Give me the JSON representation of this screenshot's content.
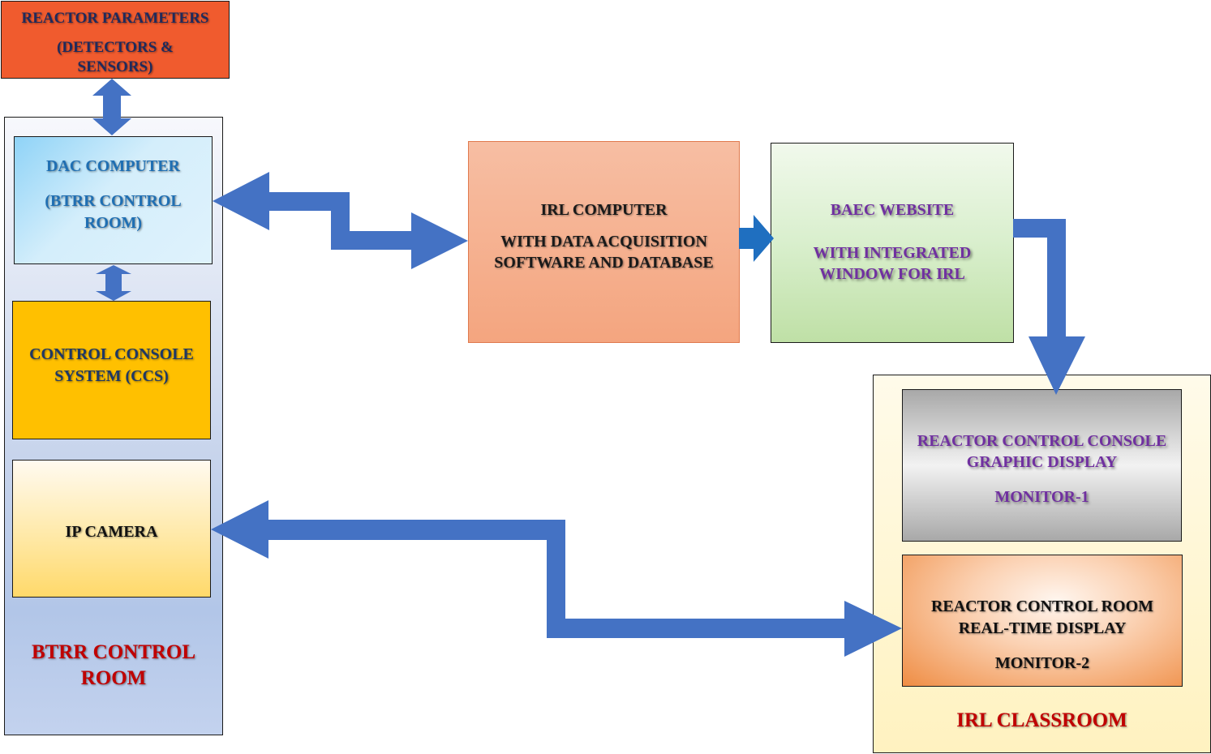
{
  "colors": {
    "arrow": "#4472c4",
    "arrow_small": "#1f6fc0",
    "reactor_params_fill": "#f05b2e",
    "ccs_fill": "#ffc000",
    "room_label": "#c00000",
    "purple_text": "#7030a0"
  },
  "reactor_params": {
    "line1": "REACTOR PARAMETERS",
    "line2": "(DETECTORS &",
    "line3": "SENSORS)"
  },
  "dac_computer": {
    "line1": "DAC COMPUTER",
    "line2": "(BTRR CONTROL",
    "line3": "ROOM)"
  },
  "ccs": {
    "line1": "CONTROL CONSOLE",
    "line2": "SYSTEM (CCS)"
  },
  "ip_camera": {
    "label": "IP CAMERA"
  },
  "btrr_room": {
    "line1": "BTRR CONTROL",
    "line2": "ROOM"
  },
  "irl_computer": {
    "line1": "IRL COMPUTER",
    "line2": "WITH DATA ACQUISITION",
    "line3": "SOFTWARE AND DATABASE"
  },
  "baec_website": {
    "line1": "BAEC WEBSITE",
    "line2": "WITH INTEGRATED",
    "line3": "WINDOW FOR IRL"
  },
  "monitor_1": {
    "line1": "REACTOR CONTROL CONSOLE",
    "line2": "GRAPHIC DISPLAY",
    "line3": "MONITOR-1"
  },
  "monitor_2": {
    "line1": "REACTOR CONTROL ROOM",
    "line2": "REAL-TIME DISPLAY",
    "line3": "MONITOR-2"
  },
  "irl_classroom": {
    "label": "IRL CLASSROOM"
  }
}
